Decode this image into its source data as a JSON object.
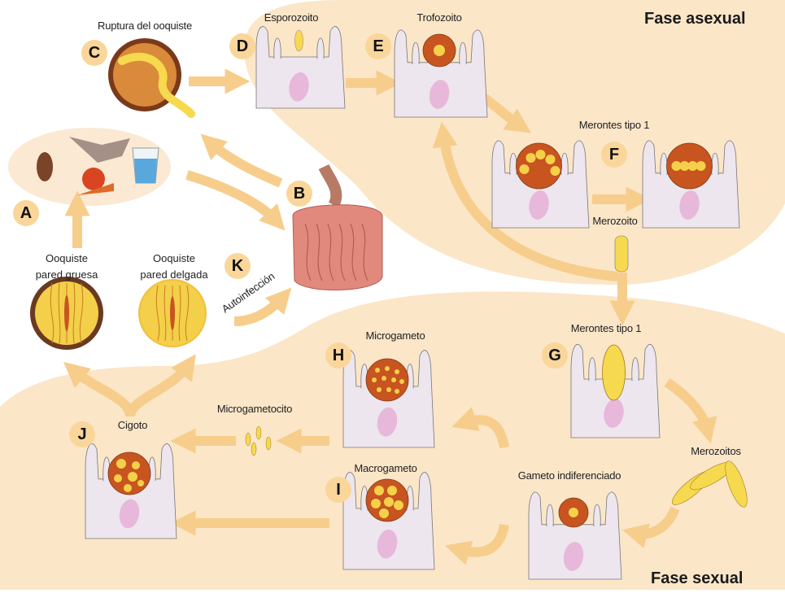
{
  "phases": {
    "asexual": "Fase asexual",
    "sexual": "Fase sexual"
  },
  "markers": {
    "A": "A",
    "B": "B",
    "C": "C",
    "D": "D",
    "E": "E",
    "F": "F",
    "G": "G",
    "H": "H",
    "I": "I",
    "J": "J",
    "K": "K"
  },
  "labels": {
    "ruptura": "Ruptura del ooquiste",
    "esporozoito": "Esporozoito",
    "trofozoito": "Trofozoito",
    "merontes_f": "Merontes tipo 1",
    "merozoito": "Merozoito",
    "ooquiste_gruesa": [
      "Ooquiste",
      "pared gruesa"
    ],
    "ooquiste_delgada": [
      "Ooquiste",
      "pared delgada"
    ],
    "autoinfeccion": "Autoinfección",
    "merontes_g": "Merontes tipo 1",
    "microgameto": "Microgameto",
    "microgametocito": "Microgametocito",
    "cigoto": "Cigoto",
    "macrogameto": "Macrogameto",
    "gameto_indiferenciado": "Gameto indiferenciado",
    "merozoitos": "Merozoitos"
  },
  "colors": {
    "phase_bg": "#fbe6c8",
    "arrow": "#f7cd8c",
    "marker": "#fad69b",
    "cell": "#ede6ee",
    "nucleus": "#e7b8da",
    "parasite": "#c8541f",
    "zoite": "#f6d94e"
  }
}
